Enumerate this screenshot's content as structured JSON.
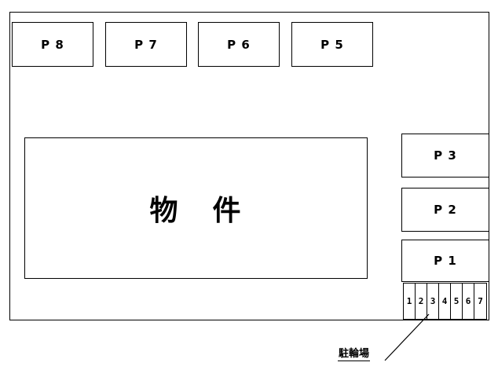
{
  "building": {
    "label_parts": [
      "物",
      "件"
    ]
  },
  "parking_top": [
    {
      "id": "p8",
      "label": "P 8"
    },
    {
      "id": "p7",
      "label": "P 7"
    },
    {
      "id": "p6",
      "label": "P 6"
    },
    {
      "id": "p5",
      "label": "P 5"
    }
  ],
  "parking_right": [
    {
      "id": "p3",
      "label": "P 3"
    },
    {
      "id": "p2",
      "label": "P 2"
    },
    {
      "id": "p1",
      "label": "P 1"
    }
  ],
  "bicycle_slots": [
    "1",
    "2",
    "3",
    "4",
    "5",
    "6",
    "7"
  ],
  "bicycle_area_label": "駐輪場"
}
